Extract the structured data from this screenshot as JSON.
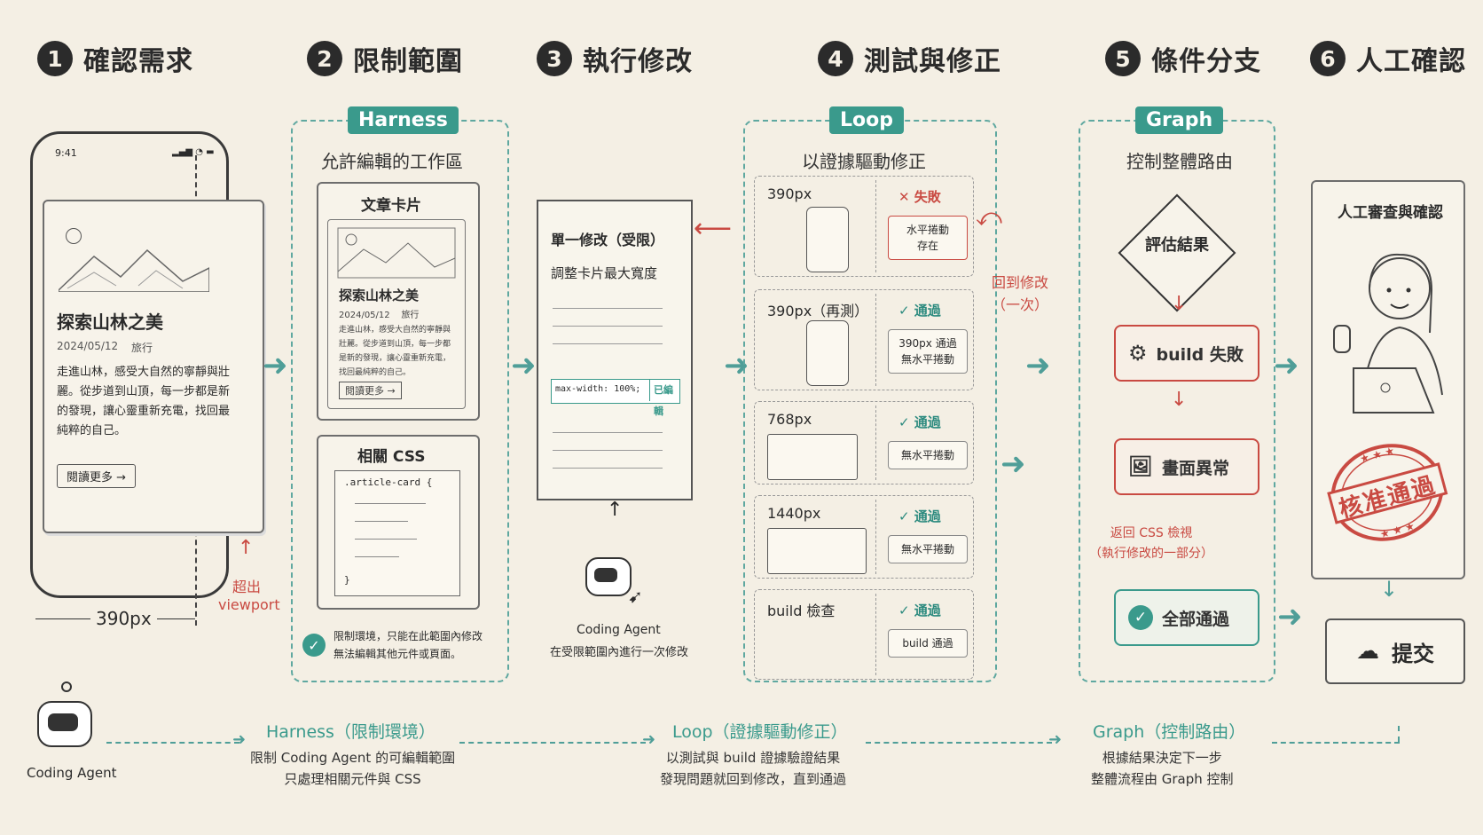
{
  "steps": [
    {
      "num": "1",
      "label": "確認需求"
    },
    {
      "num": "2",
      "label": "限制範圍"
    },
    {
      "num": "3",
      "label": "執行修改"
    },
    {
      "num": "4",
      "label": "測試與修正"
    },
    {
      "num": "5",
      "label": "條件分支"
    },
    {
      "num": "6",
      "label": "人工確認"
    }
  ],
  "phone": {
    "time": "9:41",
    "title": "探索山林之美",
    "date": "2024/05/12",
    "category": "旅行",
    "body": "走進山林，感受大自然的寧靜與壯麗。從步道到山頂，每一步都是新的發現，讓心靈重新充電，找回最純粹的自己。",
    "button": "閱讀更多 →",
    "width_label": "390px",
    "overflow_label": "超出",
    "overflow_label2": "viewport"
  },
  "harness": {
    "tag": "Harness",
    "subtitle": "允許編輯的工作區",
    "card_title": "文章卡片",
    "card_article_title": "探索山林之美",
    "card_meta": "2024/05/12    旅行",
    "card_body": "走進山林，感受大自然的寧靜與壯麗。從步道到山頂，每一步都是新的發現，讓心靈重新充電，找回最純粹的自己。",
    "card_button": "閱讀更多 →",
    "css_title": "相關 CSS",
    "css_code_open": ".article-card {",
    "css_code_close": "}",
    "note": "限制環境，只能在此範圍內修改\n無法編輯其他元件或頁面。"
  },
  "execute": {
    "doc_title": "單一修改（受限）",
    "doc_subtitle": "調整卡片最大寬度",
    "code": "max-width: 100%;",
    "edited": "已編輯",
    "agent_label": "Coding Agent",
    "agent_desc": "在受限範圍內進行一次修改"
  },
  "loop": {
    "tag": "Loop",
    "subtitle": "以證據驅動修正",
    "rows": [
      {
        "label": "390px",
        "status": "✕ 失敗",
        "detail": "水平捲動\n存在",
        "ok": false
      },
      {
        "label": "390px（再測）",
        "status": "✓ 通過",
        "detail": "390px 通過\n無水平捲動",
        "ok": true
      },
      {
        "label": "768px",
        "status": "✓ 通過",
        "detail": "無水平捲動",
        "ok": true
      },
      {
        "label": "1440px",
        "status": "✓ 通過",
        "detail": "無水平捲動",
        "ok": true
      },
      {
        "label": "build 檢查",
        "status": "✓ 通過",
        "detail": "build 通過",
        "ok": true
      }
    ],
    "back_label": "回到修改\n（一次）"
  },
  "graph": {
    "tag": "Graph",
    "subtitle": "控制整體路由",
    "decision": "評估結果",
    "build_fail": "build 失敗",
    "visual_issue": "畫面異常",
    "return_note": "返回 CSS 檢視\n（執行修改的一部分）",
    "all_pass": "全部通過"
  },
  "review": {
    "title": "人工審查與確認",
    "stamp": "核准通過",
    "submit": "提交"
  },
  "bottom": {
    "agent_label": "Coding Agent",
    "harness_title": "Harness（限制環境）",
    "harness_text": "限制 Coding Agent 的可編輯範圍\n只處理相關元件與 CSS",
    "loop_title": "Loop（證據驅動修正）",
    "loop_text": "以測試與 build 證據驗證結果\n發現問題就回到修改，直到通過",
    "graph_title": "Graph（控制路由）",
    "graph_text": "根據結果決定下一步\n整體流程由 Graph 控制"
  },
  "colors": {
    "teal": "#3a9a8c",
    "red": "#c94a42",
    "ink": "#2b2b2b",
    "paper": "#f4efe4"
  }
}
